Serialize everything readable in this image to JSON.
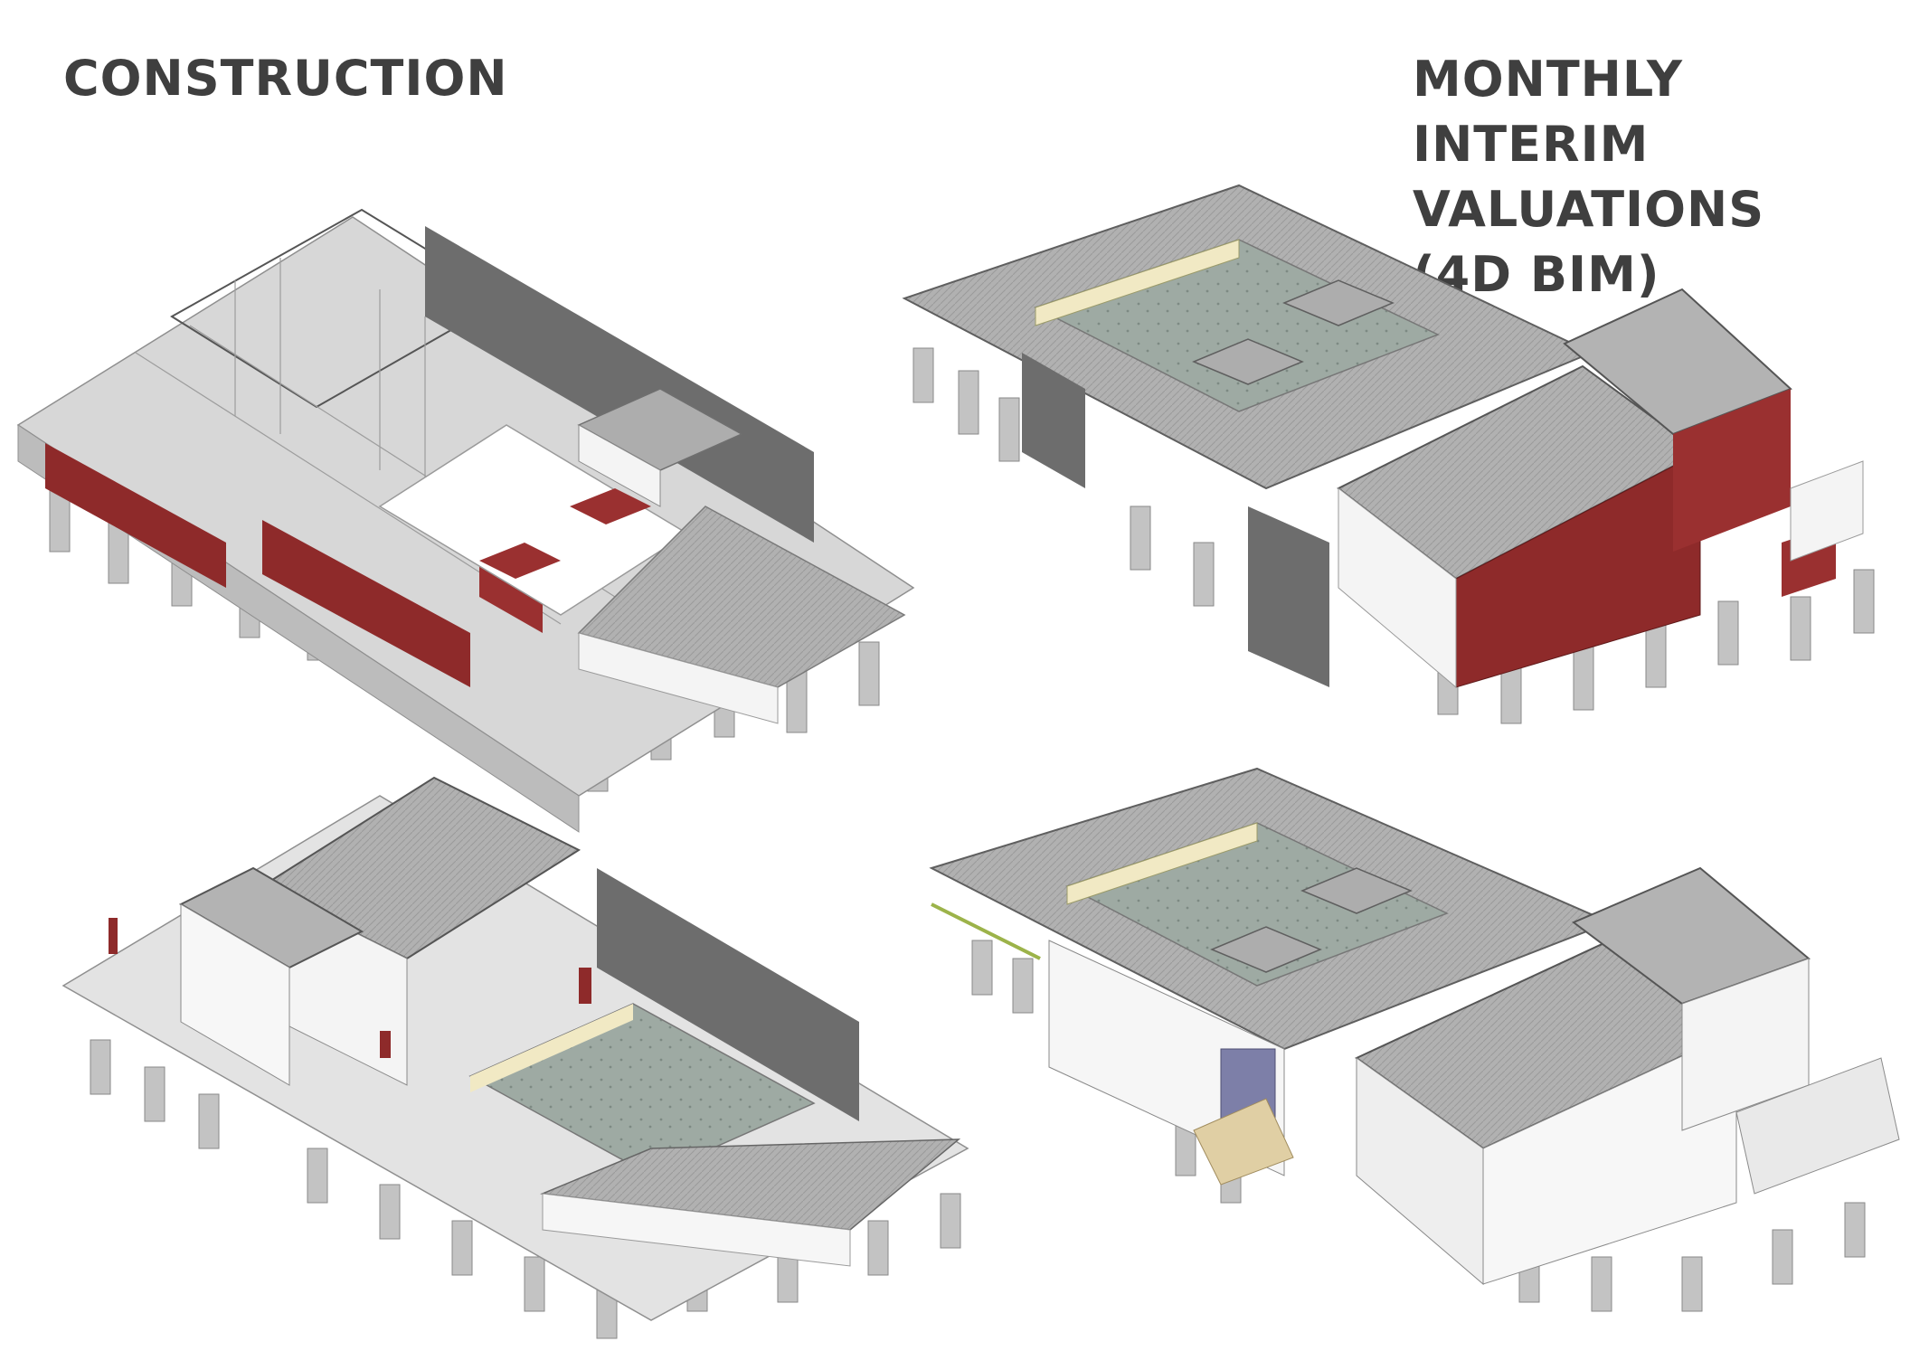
{
  "titles": {
    "left": "CONSTRUCTION",
    "right_lines": [
      "MONTHLY INTERIM",
      "VALUATIONS",
      "(4D BIM)"
    ]
  },
  "colors": {
    "text": "#3f3f3f",
    "roof": "#a9a9a9",
    "roof_light": "#cfcfcf",
    "dark_wall": "#6b6b6b",
    "cladding_red": "#8e2a2a",
    "white_wall": "#f4f4f4",
    "column": "#bdbdbd",
    "courtyard": "#9eaaa3",
    "glazing": "#f1e9c4"
  },
  "models": [
    {
      "stage": "structure-and-red-cladding"
    },
    {
      "stage": "roof-and-red-cladding"
    },
    {
      "stage": "envelope-complete-with-red-trims"
    },
    {
      "stage": "finished-building"
    }
  ]
}
